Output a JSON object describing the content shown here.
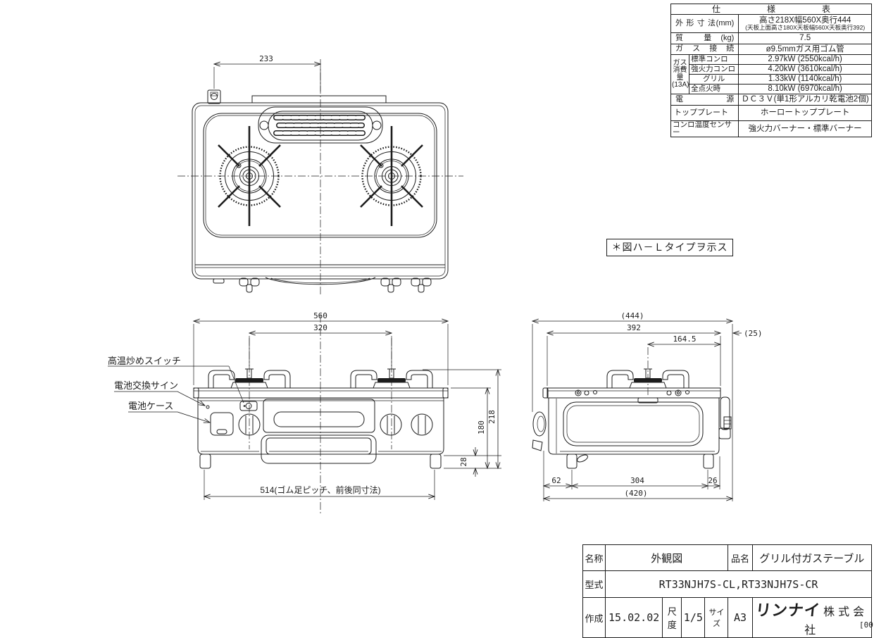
{
  "spec_table": {
    "title": "仕 様 表",
    "outer_dims": {
      "label": "外 形 寸 法(mm)",
      "value": "高さ218X幅560X奥行444",
      "value_sub": "(天板上面高さ180X天板幅560X天板奥行392)"
    },
    "weight": {
      "label": "質 量(kg)",
      "value": "7.5"
    },
    "gas_connection": {
      "label": "ガ ス 接 続",
      "value": "ø9.5mmガス用ゴム管"
    },
    "gas_consumption": {
      "label_line1": "ガス",
      "label_line2": "消費量",
      "label_line3": "(13A)",
      "rows": [
        {
          "name": "標準コンロ",
          "value": "2.97kW (2550kcal/h)"
        },
        {
          "name": "強火力コンロ",
          "value": "4.20kW (3610kcal/h)"
        },
        {
          "name": "グリル",
          "value": "1.33kW (1140kcal/h)"
        },
        {
          "name": "全点火時",
          "value": "8.10kW (6970kcal/h)"
        }
      ]
    },
    "power": {
      "label": "電 源",
      "value": "ＤＣ３Ｖ(単1形アルカリ乾電池2個)"
    },
    "top_plate": {
      "label": "トッププレート",
      "value": "ホーロートッププレート"
    },
    "sensor": {
      "label": "コンロ温度センサー",
      "value": "強火力バーナー・標準バーナー"
    }
  },
  "note": {
    "text": "＊図ハ－Ｌタイプヲ示ス"
  },
  "callouts": {
    "switch": "高温炒めスイッチ",
    "battery_sign": "電池交換サイン",
    "battery_case": "電池ケース"
  },
  "dimensions": {
    "plan_233": "233",
    "front_560": "560",
    "front_320": "320",
    "front_218": "218",
    "front_180": "180",
    "front_28": "28",
    "front_514": "514(ゴム足ピッチ、前後同寸法)",
    "side_444": "(444)",
    "side_392": "392",
    "side_164_5": "164.5",
    "side_25": "(25)",
    "side_62": "62",
    "side_304": "304",
    "side_26": "26",
    "side_420": "(420)"
  },
  "title_block": {
    "name_label": "名称",
    "name_value": "外観図",
    "item_label": "品名",
    "item_value": "グリル付ガステーブル",
    "model_label": "型式",
    "model_value": "RT33NJH7S-CL,RT33NJH7S-CR",
    "created_label": "作成",
    "created_value": "15.02.02",
    "scale_label": "尺度",
    "scale_value": "1/5",
    "size_label": "サイズ",
    "size_value": "A3",
    "company_logo": "リンナイ",
    "company_name": "株式会社"
  },
  "sheet": {
    "corner_text": "[00"
  }
}
